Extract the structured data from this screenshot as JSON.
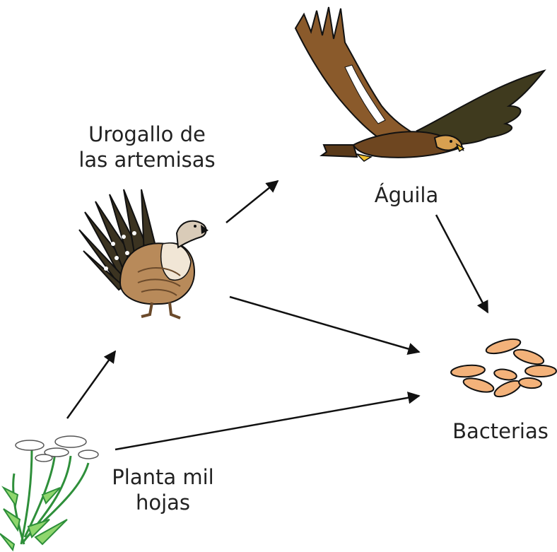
{
  "labels": {
    "grouse": [
      "Urogallo de",
      "las artemisas"
    ],
    "eagle": "Águila",
    "bacteria": "Bacterias",
    "plant": [
      "Planta mil",
      "hojas"
    ]
  },
  "icons": {
    "grouse": "sage-grouse-icon",
    "eagle": "eagle-icon",
    "bacteria": "bacteria-icon",
    "plant": "yarrow-plant-icon"
  },
  "colors": {
    "arrow": "#111111",
    "eagle_body": "#8a5a2b",
    "eagle_wing_dark": "#3f3a1e",
    "grouse_body": "#b88a5a",
    "grouse_tail": "#3b3321",
    "bacteria": "#f3b27a",
    "plant_stem": "#3fae4a"
  }
}
